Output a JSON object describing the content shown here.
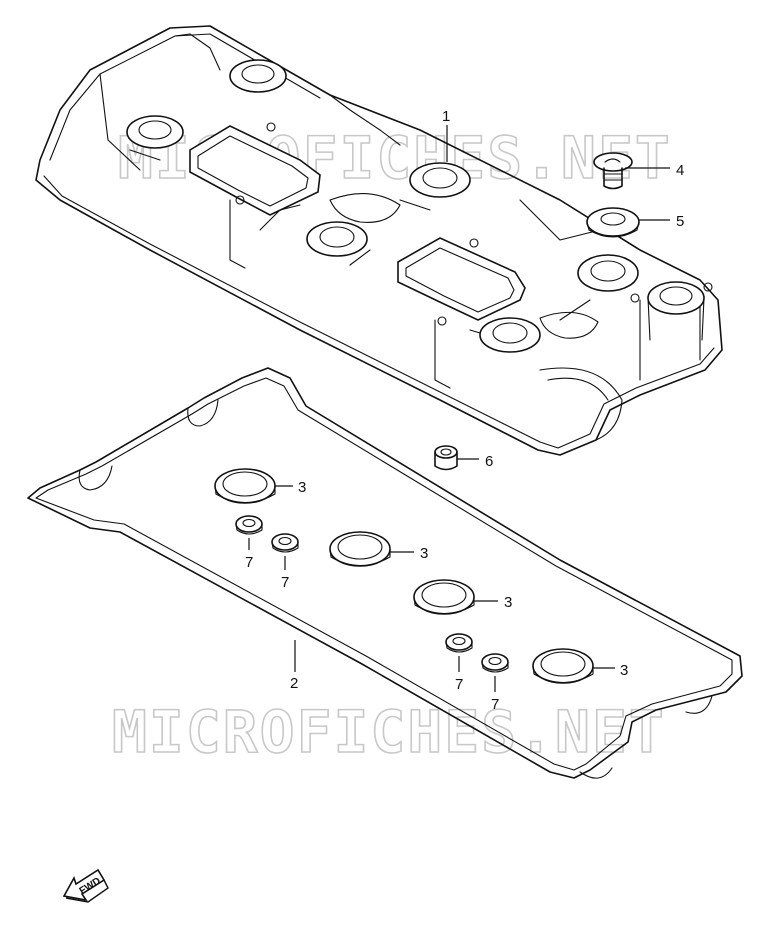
{
  "watermark": "MICROFICHES.NET",
  "fwd_label": "FWD",
  "callouts": {
    "p1": "1",
    "p2": "2",
    "p3a": "3",
    "p3b": "3",
    "p3c": "3",
    "p3d": "3",
    "p4": "4",
    "p5": "5",
    "p6": "6",
    "p7a": "7",
    "p7b": "7",
    "p7c": "7",
    "p7d": "7"
  }
}
